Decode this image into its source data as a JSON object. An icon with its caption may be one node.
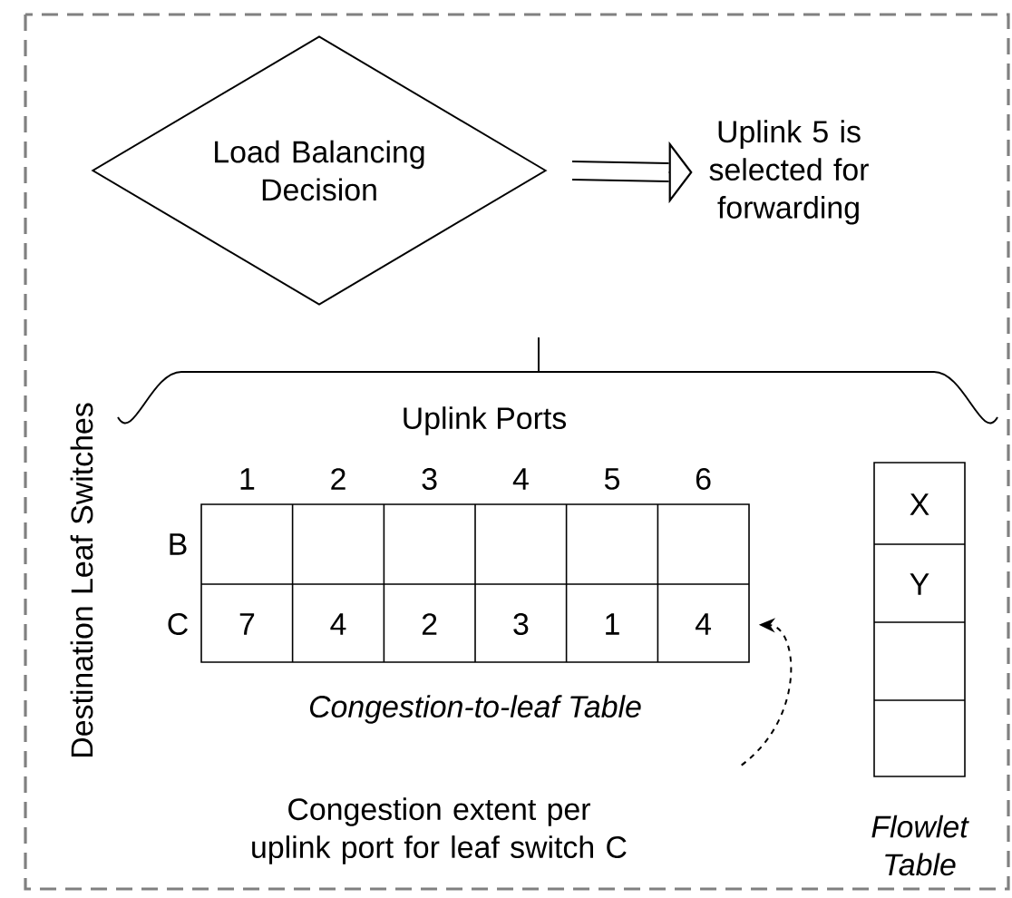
{
  "diagram": {
    "nodes": [
      {
        "text": [
          "Load Balancing Decision"
        ]
      },
      {
        "text": [
          "Uplink 5 is selected for forwarding"
        ]
      },
      {
        "text": [
          "Congestion extent per uplink port for leaf switch C"
        ]
      },
      {
        "text": [],
        "shape": "box"
      }
    ],
    "edges": [
      {
        "from": 0,
        "to": 1,
        "arrow": "to"
      },
      {
        "from": 2,
        "to": 3,
        "arrow": "to",
        "style": "dashed"
      }
    ],
    "labels": [
      "Uplink Ports",
      "1",
      "2",
      "3",
      "4",
      "5",
      "6",
      "B",
      "C",
      "7",
      "4",
      "2",
      "3",
      "1",
      "4",
      "Destination Leaf Switches",
      "Congestion-to-leaf Table",
      "X",
      "Y",
      "Flowlet Table"
    ]
  }
}
